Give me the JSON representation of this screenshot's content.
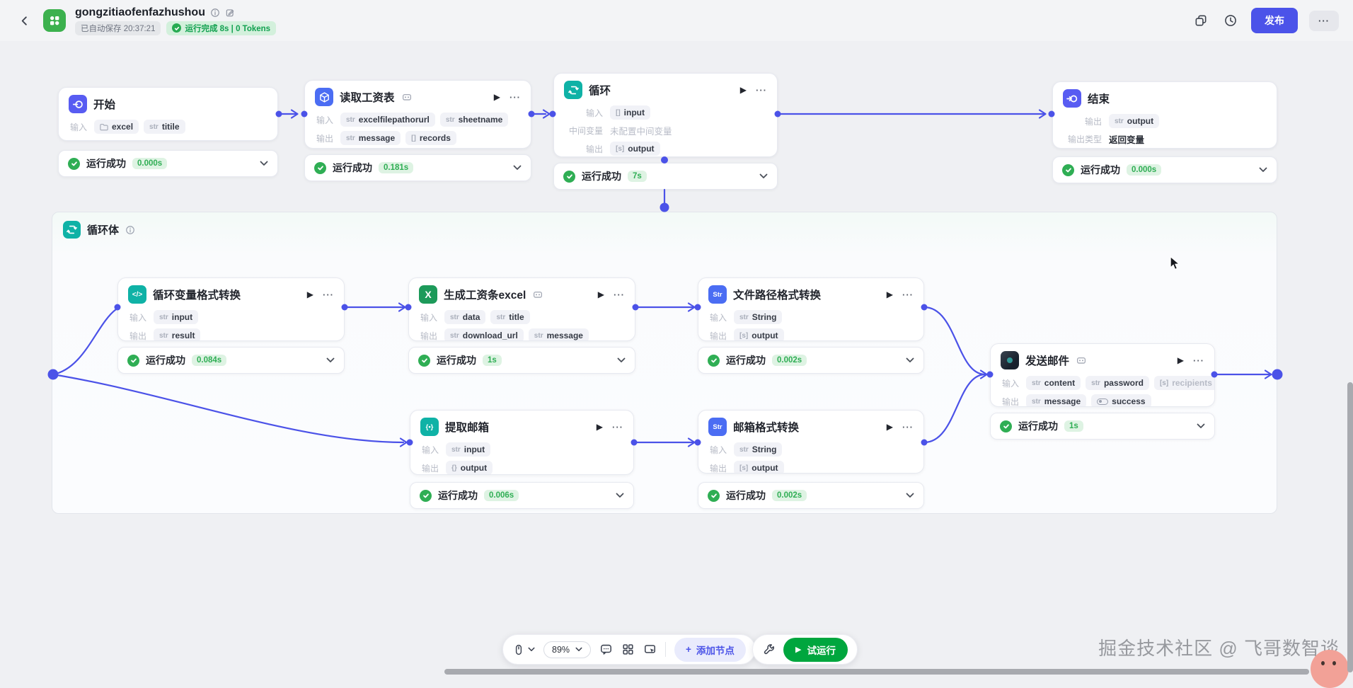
{
  "glyphs": {
    "play": "▶",
    "more": "···",
    "code": "</>",
    "json": "{•}",
    "str_node": "Str",
    "excel_x": "X",
    "plus": "+",
    "str": "str",
    "arr": "[]",
    "arr_s": "[s]",
    "obj": "{}"
  },
  "header": {
    "title": "gongzitiaofenfazhushou",
    "autosave": "已自动保存 20:37:21",
    "run_badge": "运行完成 8s | 0 Tokens",
    "publish": "发布"
  },
  "labels": {
    "input": "输入",
    "output": "输出",
    "mid": "中间变量",
    "mid_value": "未配置中间变量",
    "out_type": "输出类型",
    "out_type_value": "返回变量",
    "run_ok": "运行成功",
    "loop_body": "循环体"
  },
  "nodes": {
    "start": {
      "title": "开始",
      "time": "0.000s",
      "inputs": [
        {
          "name": "excel"
        },
        {
          "name": "titile"
        }
      ]
    },
    "read": {
      "title": "读取工资表",
      "time": "0.181s",
      "inputs": [
        {
          "name": "excelfilepathorurl"
        },
        {
          "name": "sheetname"
        }
      ],
      "outputs": [
        {
          "name": "message"
        },
        {
          "name": "records"
        }
      ]
    },
    "loop": {
      "title": "循环",
      "time": "7s",
      "inputs": [
        {
          "name": "input"
        }
      ],
      "outputs": [
        {
          "name": "output"
        }
      ]
    },
    "end": {
      "title": "结束",
      "time": "0.000s",
      "outputs": [
        {
          "name": "output"
        }
      ]
    },
    "varfmt": {
      "title": "循环变量格式转换",
      "time": "0.084s",
      "inputs": [
        {
          "name": "input"
        }
      ],
      "outputs": [
        {
          "name": "result"
        }
      ]
    },
    "genexcel": {
      "title": "生成工资条excel",
      "time": "1s",
      "inputs": [
        {
          "name": "data"
        },
        {
          "name": "title"
        }
      ],
      "outputs": [
        {
          "name": "download_url"
        },
        {
          "name": "message"
        }
      ]
    },
    "pathfmt": {
      "title": "文件路径格式转换",
      "time": "0.002s",
      "inputs": [
        {
          "name": "String"
        }
      ],
      "outputs": [
        {
          "name": "output"
        }
      ]
    },
    "extract": {
      "title": "提取邮箱",
      "time": "0.006s",
      "inputs": [
        {
          "name": "input"
        }
      ],
      "outputs": [
        {
          "name": "output"
        }
      ]
    },
    "mailfmt": {
      "title": "邮箱格式转换",
      "time": "0.002s",
      "inputs": [
        {
          "name": "String"
        }
      ],
      "outputs": [
        {
          "name": "output"
        }
      ]
    },
    "sendmail": {
      "title": "发送邮件",
      "time": "1s",
      "inputs": [
        {
          "name": "content"
        },
        {
          "name": "password"
        },
        {
          "name": "recipients"
        }
      ],
      "outputs": [
        {
          "name": "message"
        },
        {
          "name": "success"
        }
      ]
    }
  },
  "toolbar": {
    "zoom": "89%",
    "add_node": "添加节点",
    "run": "试运行"
  },
  "watermark": {
    "text": "掘金技术社区 @ 飞哥数智谈"
  }
}
